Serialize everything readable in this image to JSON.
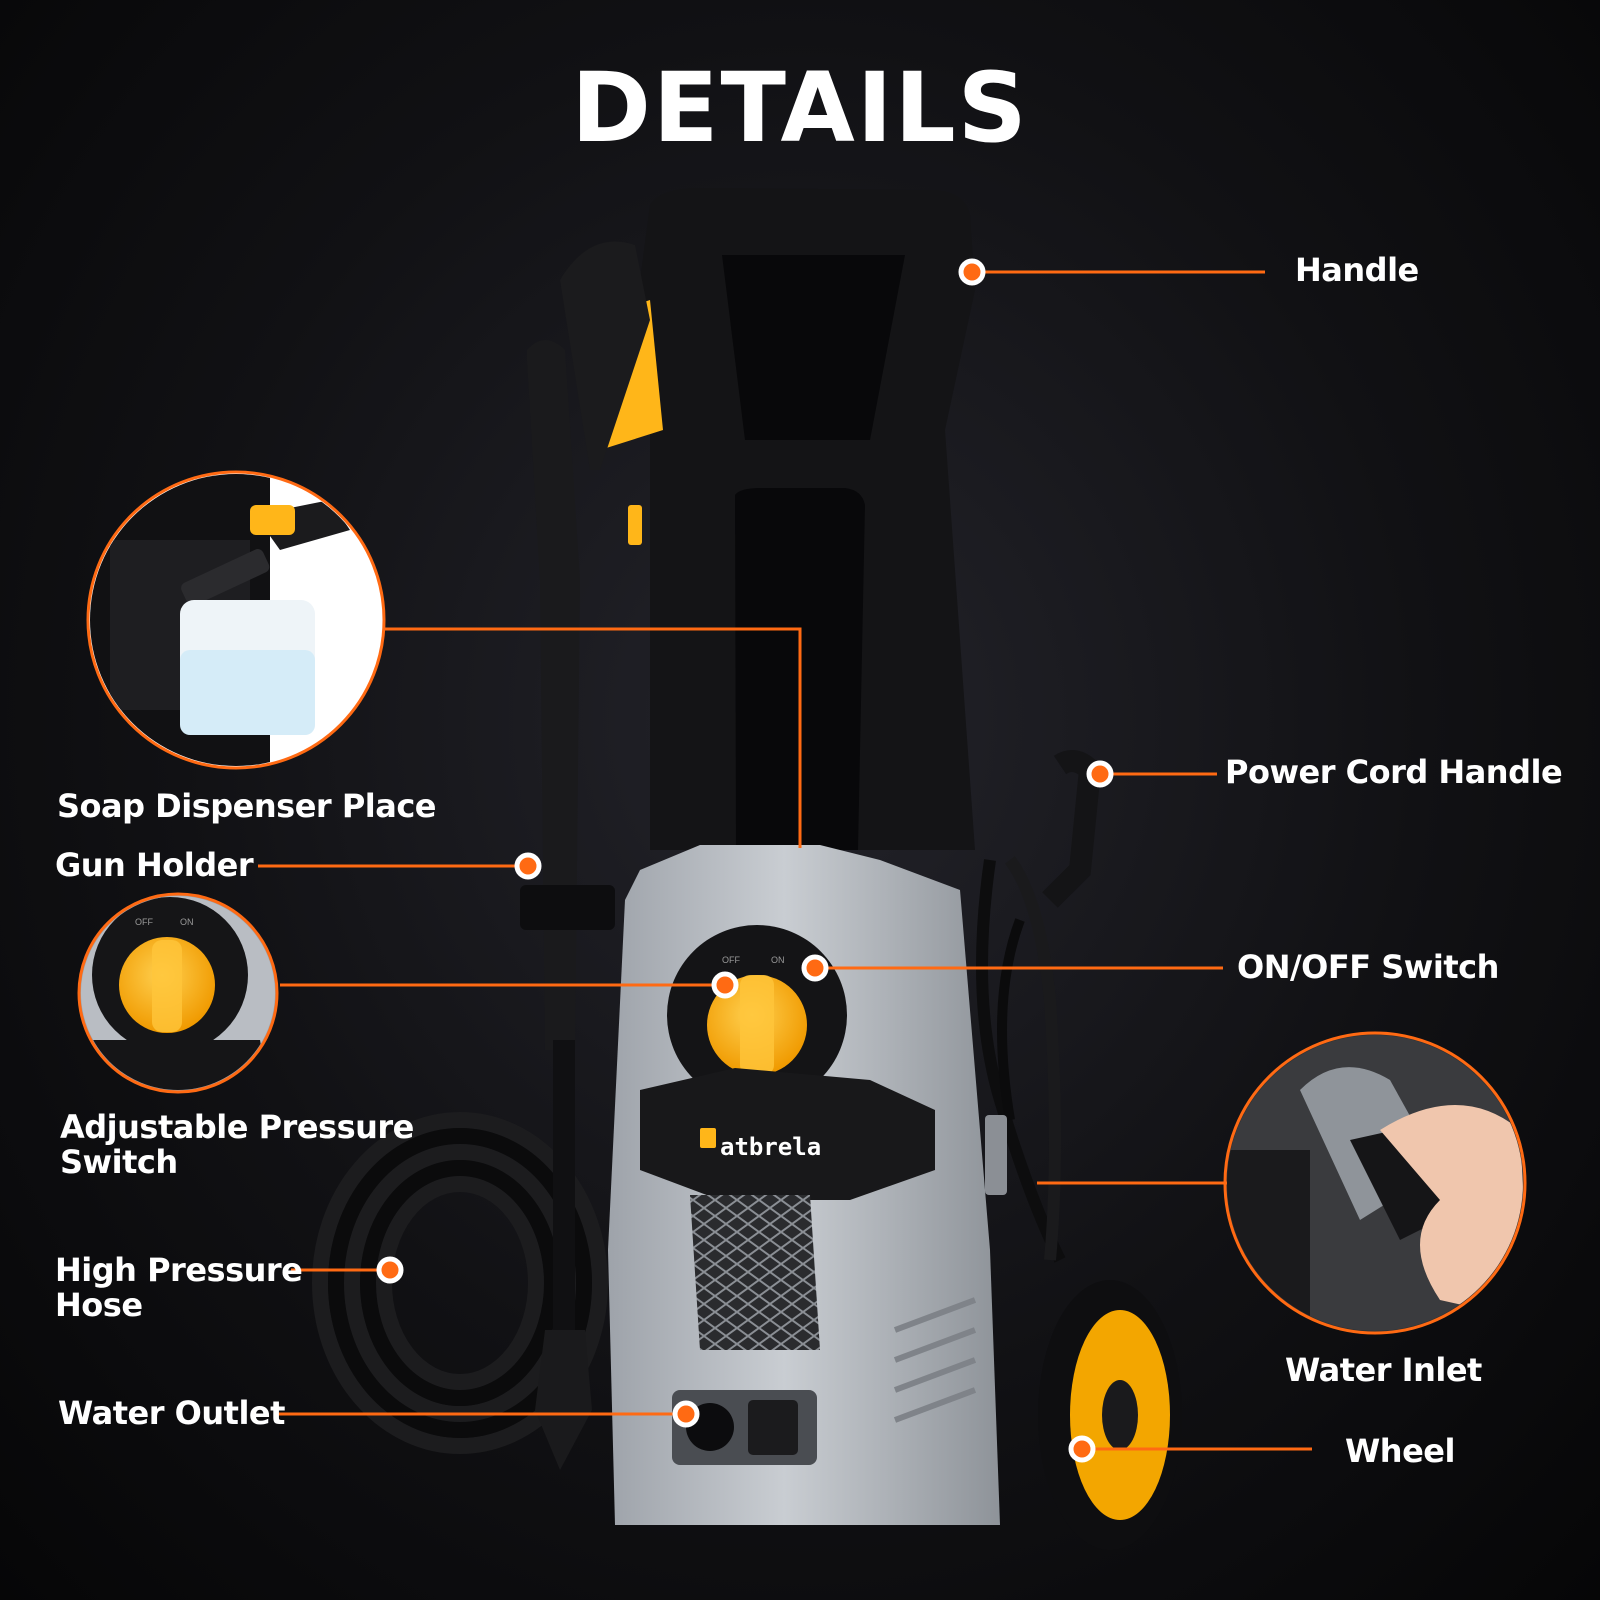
{
  "title": "DETAILS",
  "brand": "atbrela",
  "switch_marks": {
    "off": "OFF",
    "on": "ON"
  },
  "colors": {
    "accent": "#ff6a13",
    "background": "#0e0e11",
    "body_grey": "#b9bdc3",
    "knob_yellow": "#ffb619",
    "plastic_black": "#141416"
  },
  "callouts": {
    "handle": "Handle",
    "power_cord_handle": "Power Cord Handle",
    "soap_dispenser_place": "Soap Dispenser Place",
    "gun_holder": "Gun Holder",
    "on_off_switch": "ON/OFF Switch",
    "adjustable_pressure_switch_1": "Adjustable Pressure",
    "adjustable_pressure_switch_2": "Switch",
    "high_pressure_hose_1": "High Pressure",
    "high_pressure_hose_2": "Hose",
    "water_inlet": "Water Inlet",
    "water_outlet": "Water Outlet",
    "wheel": "Wheel"
  }
}
